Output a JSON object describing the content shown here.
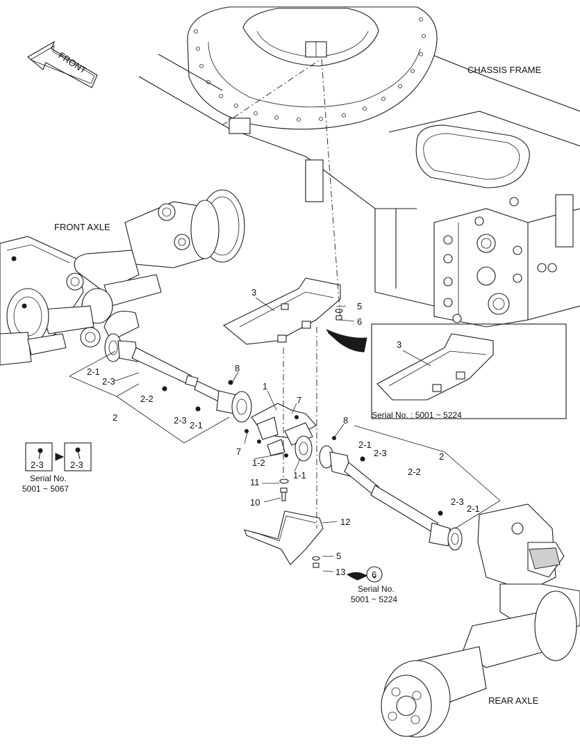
{
  "labels": {
    "front_arrow": "FRONT",
    "chassis_frame": "CHASSIS FRAME",
    "front_axle": "FRONT AXLE",
    "rear_axle": "REAR AXLE"
  },
  "callouts": {
    "c1": "1",
    "c1_1": "1-1",
    "c1_2": "1-2",
    "c2_left": "2",
    "c2_1_left_top": "2-1",
    "c2_1_left_bottom": "2-1",
    "c2_2_left": "2-2",
    "c2_3_left_top": "2-3",
    "c2_3_left_bottom": "2-3",
    "c2_right": "2",
    "c2_1_right_top": "2-1",
    "c2_1_right_bottom": "2-1",
    "c2_2_right": "2-2",
    "c2_3_right_top": "2-3",
    "c2_3_right_bottom": "2-3",
    "c3": "3",
    "c3_inset": "3",
    "c5_top": "5",
    "c5_bottom": "5",
    "c6": "6",
    "c6_circle": "6",
    "c7_left": "7",
    "c7_right": "7",
    "c8_left": "8",
    "c8_right": "8",
    "c10": "10",
    "c11": "11",
    "c12": "12",
    "c13": "13"
  },
  "serial_notes": {
    "inset_serial": "Serial No. : 5001 ~ 5224",
    "left_serial_title": "Serial No.",
    "left_serial_range": "5001 ~ 5067",
    "left_box_a": "2-3",
    "left_box_b": "2-3",
    "bottom_serial_title": "Serial No.",
    "bottom_serial_range": "5001 ~ 5224"
  }
}
